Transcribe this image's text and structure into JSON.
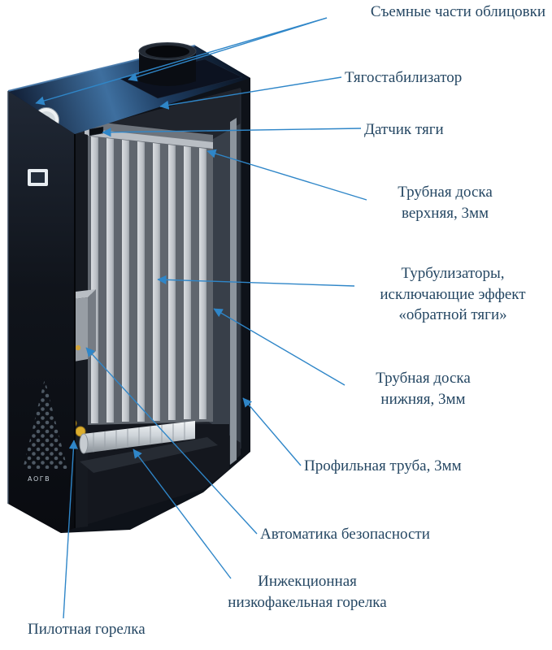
{
  "colors": {
    "background": "#ffffff",
    "label_text": "#254763",
    "leader_line": "#2f86c8"
  },
  "boiler": {
    "logo": "АОГВ"
  },
  "labels": {
    "removable_cladding": "Съемные части облицовки",
    "draft_stabilizer": "Тягостабилизатор",
    "draft_sensor": "Датчик тяги",
    "upper_tube_plate": [
      "Трубная доска",
      "верхняя, 3мм"
    ],
    "turbulators": [
      "Турбулизаторы,",
      "исключающие эффект",
      "«обратной тяги»"
    ],
    "lower_tube_plate": [
      "Трубная доска",
      "нижняя, 3мм"
    ],
    "profile_pipe": "Профильная труба, 3мм",
    "safety_automation": "Автоматика безопасности",
    "injection_burner": [
      "Инжекционная",
      "низкофакельная горелка"
    ],
    "pilot_burner": "Пилотная горелка"
  }
}
